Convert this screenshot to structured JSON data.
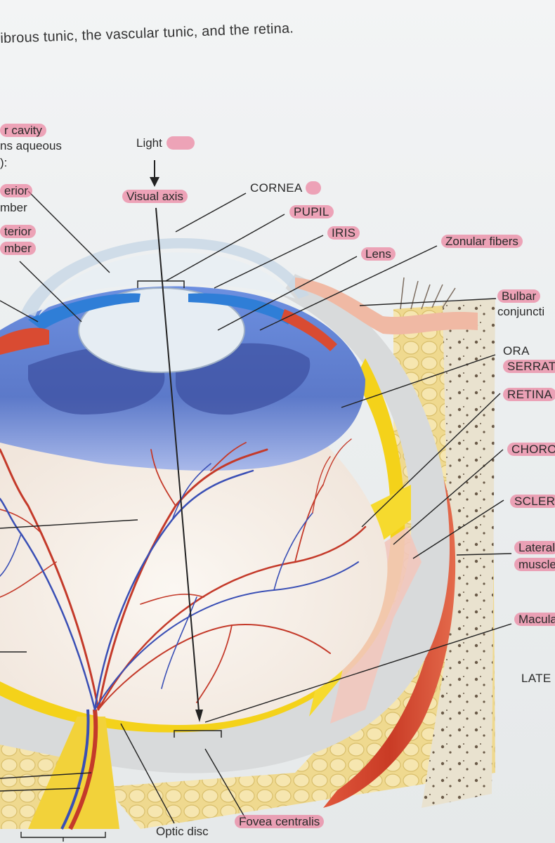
{
  "caption": "ibrous tunic, the vascular tunic, and the retina.",
  "labels": {
    "cavity_line1": "r cavity",
    "cavity_line2": "ns aqueous",
    "cavity_line3": "):",
    "anterior_chamber_1": "erior",
    "anterior_chamber_2": "mber",
    "posterior_chamber_1": "terior",
    "posterior_chamber_2": "mber",
    "light": "Light",
    "visual_axis": "Visual axis",
    "cornea": "CORNEA",
    "pupil": "PUPIL",
    "iris": "IRIS",
    "lens": "Lens",
    "zonular_fibers": "Zonular fibers",
    "bulbar_1": "Bulbar",
    "bulbar_2": "conjuncti",
    "ora_1": "ORA",
    "ora_2": "SERRAT",
    "retina": "RETINA",
    "choroid": "CHORO",
    "sclera": "SCLER",
    "lateral_1": "Lateral",
    "lateral_2": "muscle",
    "macula": "Macula",
    "late": "LATE",
    "optic_disc": "Optic disc",
    "fovea": "Fovea centralis"
  },
  "colors": {
    "highlight": "#eb7896",
    "iris_blue": "#5b7fd0",
    "retina_yellow": "#f4d21a",
    "artery_red": "#c43a2a",
    "vein_blue": "#3a4fb5",
    "fat_yellow": "#f2dc96"
  }
}
